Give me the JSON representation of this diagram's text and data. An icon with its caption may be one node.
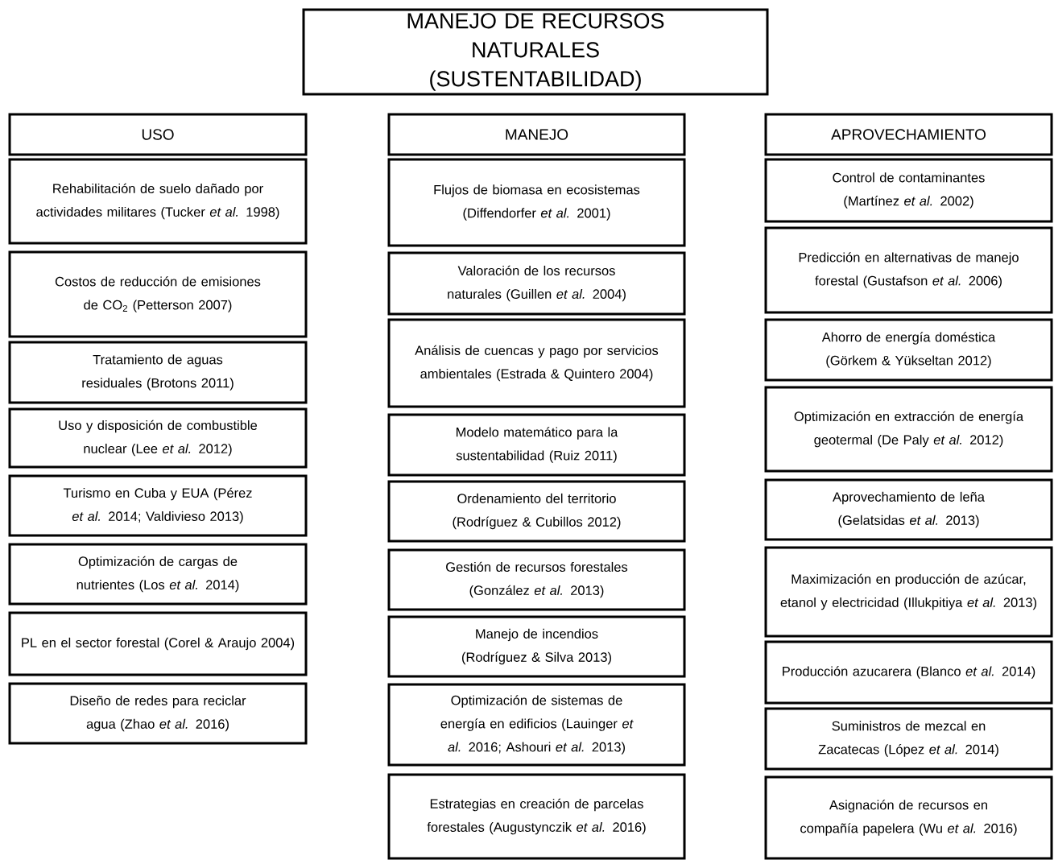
{
  "diagram": {
    "nodes": [
      {
        "text": [
          "MANEJO DE RECURSOS NATURALES (SUSTENTABILIDAD)"
        ]
      },
      {
        "text": [
          "USO"
        ]
      },
      {
        "text": [
          "Rehabilitación de suelo dañado por actividades militares (Tucker *et al.* 1998)"
        ]
      },
      {
        "text": [
          "Costos de reducción de emisiones de CO$_{2}$ (Petterson 2007)"
        ]
      },
      {
        "text": [
          "Tratamiento de aguas residuales (Brotons 2011)"
        ]
      },
      {
        "text": [
          "Uso y disposición de combustible nuclear (Lee *et al.* 2012)"
        ]
      },
      {
        "text": [
          "Turismo en Cuba y EUA (Pérez *et al.* 2014; Valdivieso 2013)"
        ]
      },
      {
        "text": [
          "Optimización de cargas de nutrientes (Los *et al.* 2014)"
        ]
      },
      {
        "text": [
          "PL en el sector forestal (Corel & Araujo 2004)"
        ]
      },
      {
        "text": [
          "Diseño de redes para reciclar agua (Zhao *et al.* 2016)"
        ]
      },
      {
        "text": [
          "MANEJO"
        ]
      },
      {
        "text": [
          "Flujos de biomasa en ecosistemas (Diffendorfer *et al.* 2001)"
        ]
      },
      {
        "text": [
          "Valoración de los recursos naturales (Guillen *et al.* 2004)"
        ]
      },
      {
        "text": [
          "Análisis de cuencas y pago por servicios ambientales (Estrada & Quintero 2004)"
        ]
      },
      {
        "text": [
          "Modelo matemático para la sustentabilidad (Ruiz 2011)"
        ]
      },
      {
        "text": [
          "Ordenamiento del territorio (Rodríguez & Cubillos 2012)"
        ]
      },
      {
        "text": [
          "Gestión de recursos forestales (González *et al.* 2013)"
        ]
      },
      {
        "text": [
          "Manejo de incendios (Rodríguez & Silva 2013)"
        ]
      },
      {
        "text": [
          "Optimización de sistemas de energía en edificios (Lauinger *et al.* 2016; Ashouri *et al.* 2013)"
        ]
      },
      {
        "text": [
          "Estrategias en creación de parcelas forestales (Augustynczik *et al.* 2016)"
        ]
      },
      {
        "text": [
          "APROVECHAMIENTO"
        ]
      },
      {
        "text": [
          "Control de contaminantes (Martínez *et al.* 2002)"
        ]
      },
      {
        "text": [
          "Predicción en alternativas de manejo forestal (Gustafson *et al.* 2006)"
        ]
      },
      {
        "text": [
          "Ahorro de energía doméstica (Görkem & Yükseltan 2012)"
        ]
      },
      {
        "text": [
          "Optimización en extracción de energía geotermal (De Paly *et al.* 2012)"
        ]
      },
      {
        "text": [
          "Aprovechamiento de leña (Gelatsidas *et al.* 2013)"
        ]
      },
      {
        "text": [
          "Maximización en producción de azúcar, etanol y electricidad (Illukpitiya *et al.* 2013)"
        ]
      },
      {
        "text": [
          "Producción azucarera (Blanco *et al.* 2014)"
        ]
      },
      {
        "text": [
          "Suministros de mezcal en Zacatecas (López *et al.* 2014)"
        ]
      },
      {
        "text": [
          "Asignación de recursos en compañía papelera (Wu *et al.* 2016)"
        ]
      }
    ]
  }
}
